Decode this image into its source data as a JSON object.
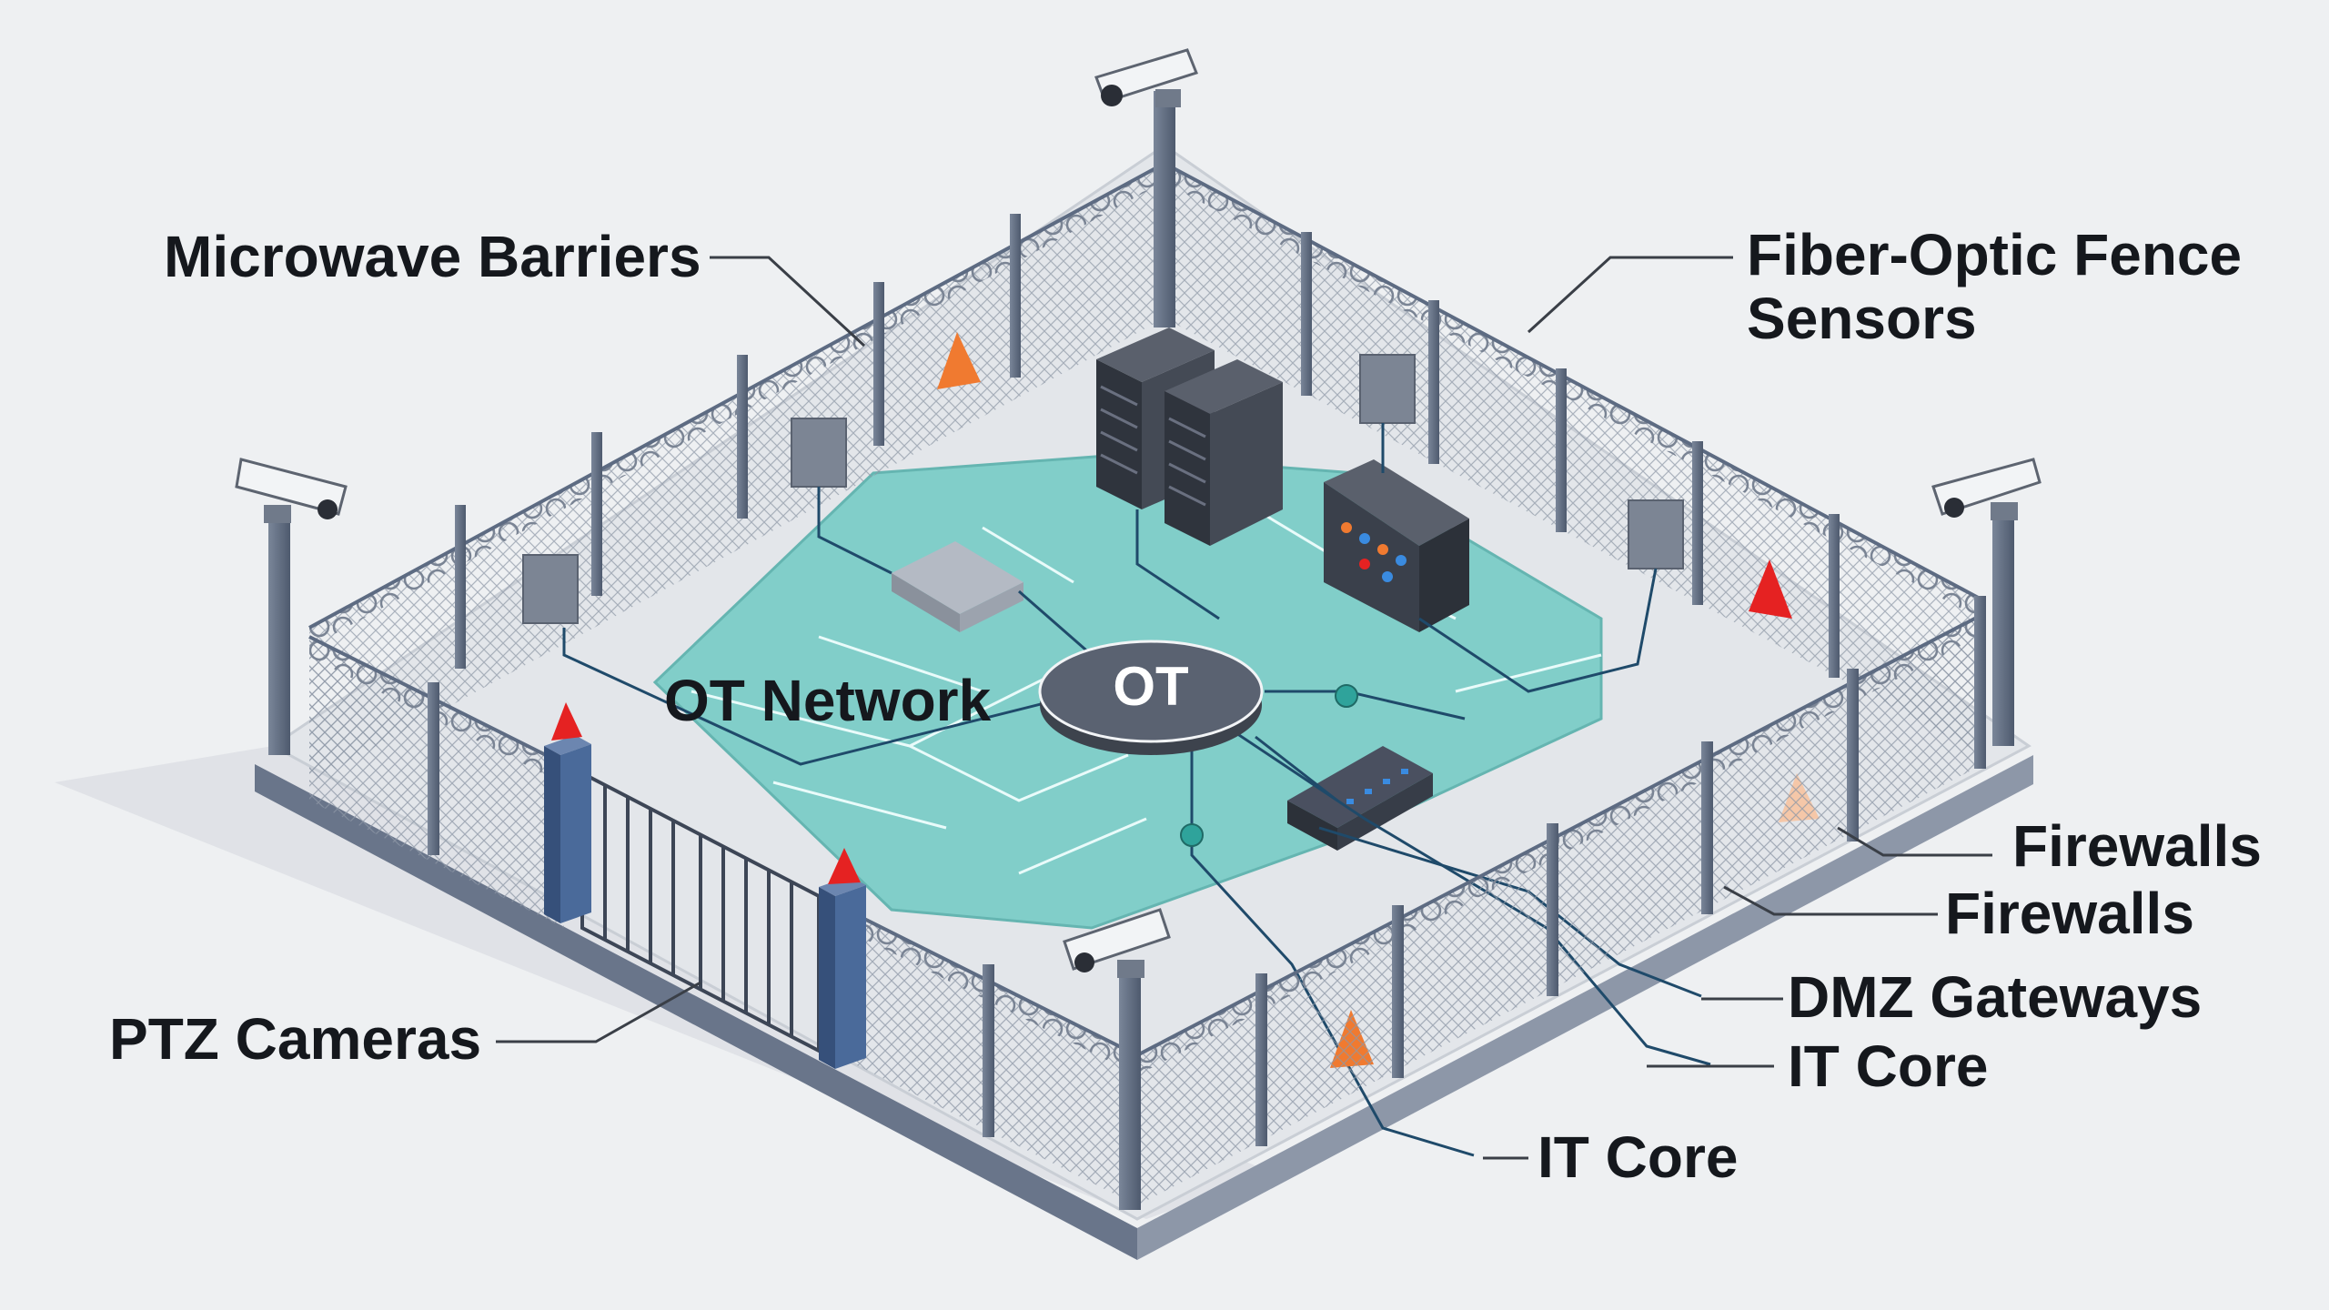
{
  "labels": {
    "microwave": "Microwave Barriers",
    "fiber_line1": "Fiber-Optic Fence",
    "fiber_line2": "Sensors",
    "ptz": "PTZ Cameras",
    "ot_network": "OT Network",
    "ot_hub": "OT",
    "firewalls_1": "Firewalls",
    "firewalls_2": "Firewalls",
    "dmz": "DMZ Gateways",
    "it_core_1": "IT Core",
    "it_core_2": "IT Core"
  },
  "colors": {
    "background": "#eef0f2",
    "ot_zone": "#7ccdc8",
    "fence_post": "#5d6b82",
    "gate_pillar": "#4a6a9a",
    "warning_orange": "#f07a30",
    "warning_red": "#e52222",
    "hub": "#5a6271",
    "server": "#3a3f4a"
  },
  "icons": {
    "camera": "ptz-camera-icon",
    "server": "server-rack-icon",
    "switch": "network-switch-icon",
    "control": "control-panel-icon",
    "sensor": "sensor-box-icon",
    "warning": "warning-triangle-icon"
  }
}
